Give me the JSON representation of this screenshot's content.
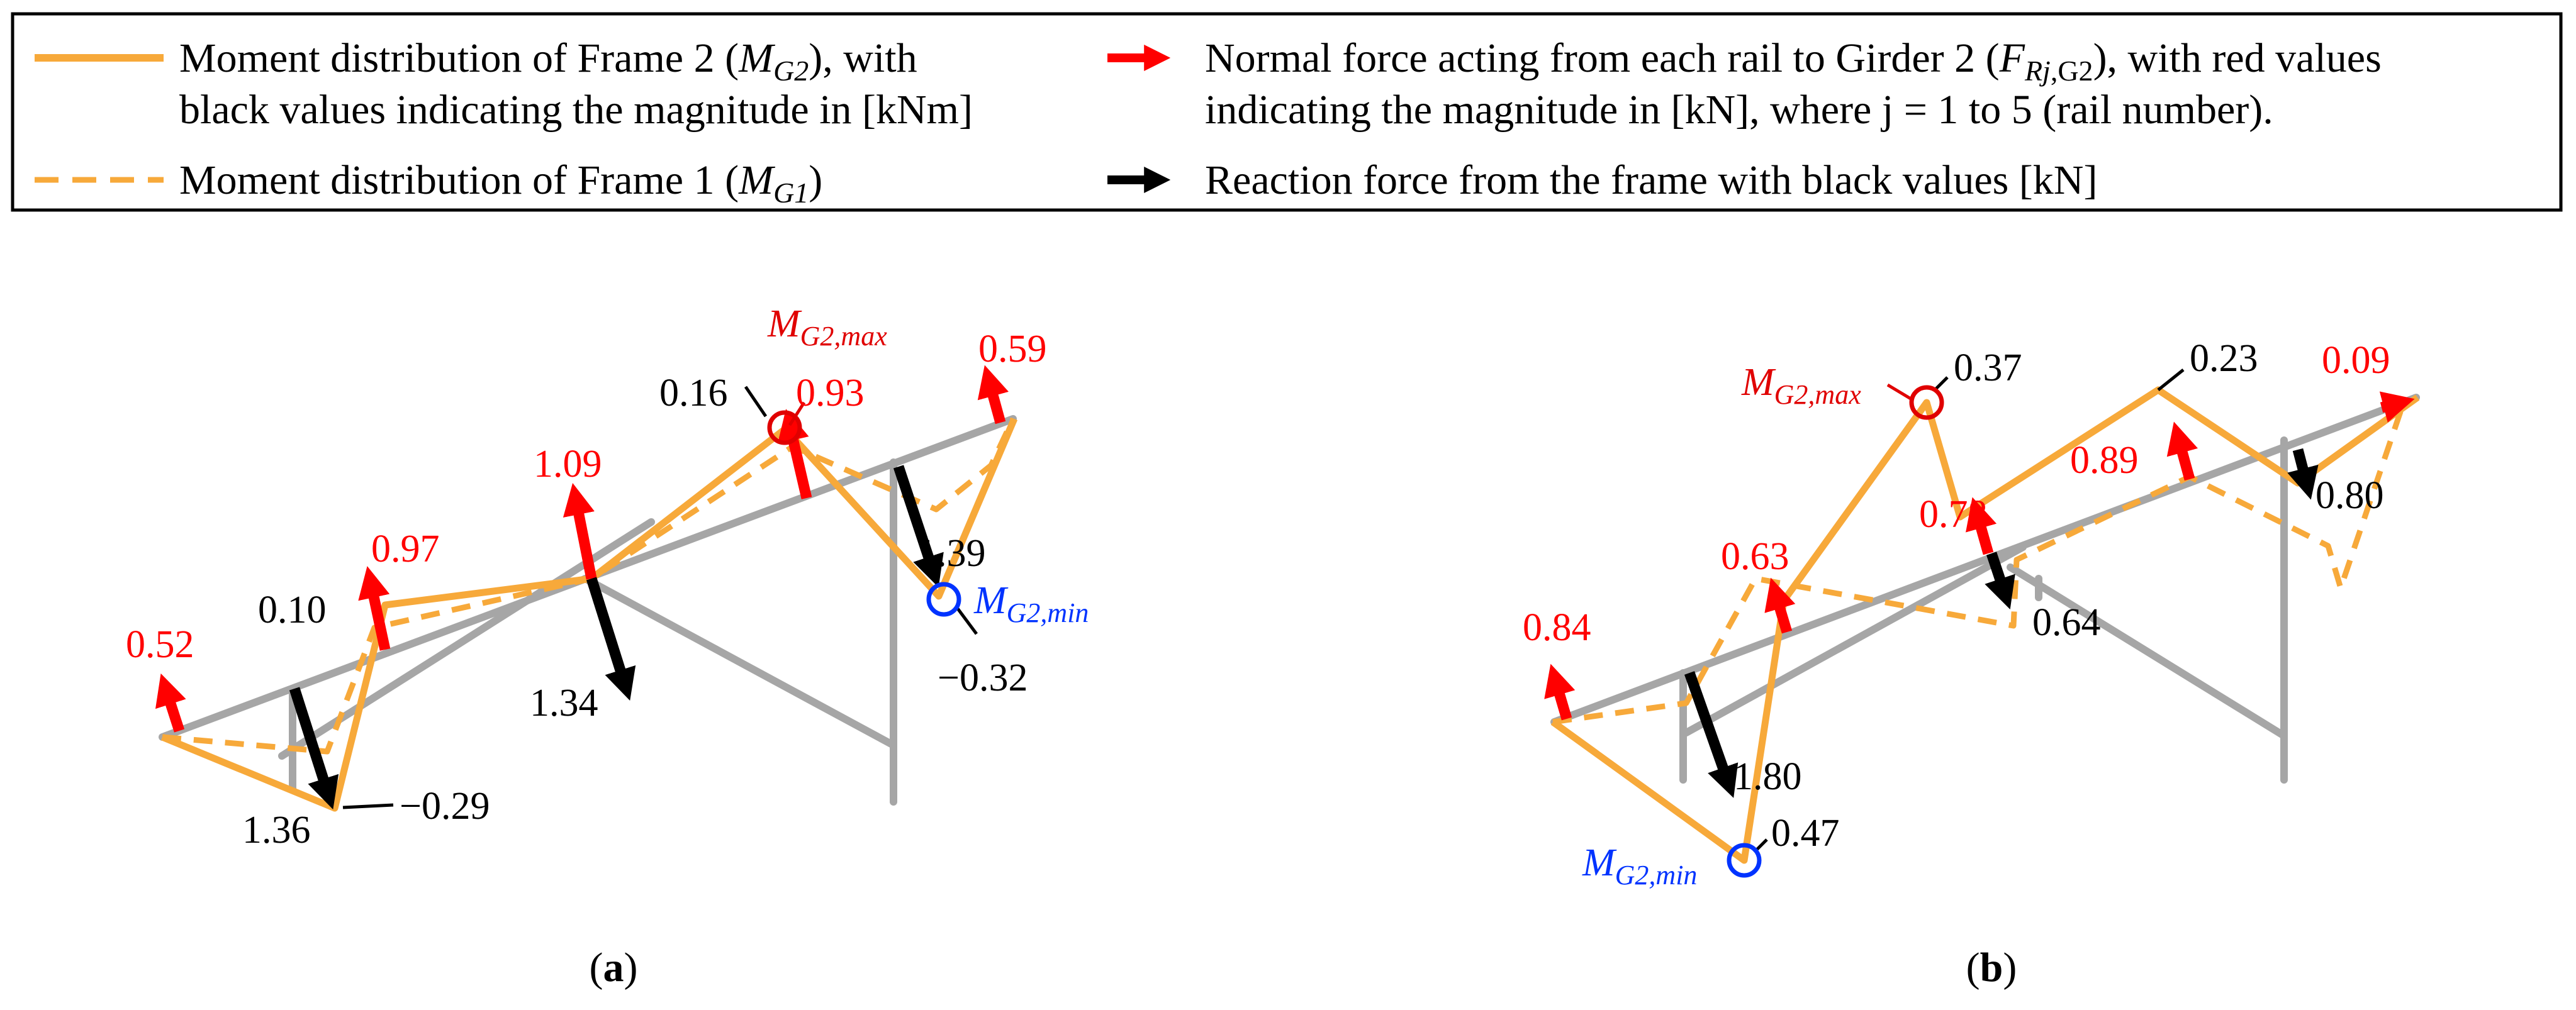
{
  "colors": {
    "moment": "#F7A93A",
    "normal_force": "#FF0000",
    "reaction": "#000000",
    "frame": "#A6A6A6",
    "max_marker": "#E00000",
    "min_marker": "#0033FF"
  },
  "legend": {
    "m2_line1_pre": "Moment distribution of Frame 2 (",
    "m2_line1_sym": "M",
    "m2_line1_sub": "G2",
    "m2_line1_post": "), with",
    "m2_line2": "black values indicating the magnitude in [kNm]",
    "m1_pre": "Moment distribution of Frame 1 (",
    "m1_sym": "M",
    "m1_sub": "G1",
    "m1_post": ")",
    "nf_line1_pre": "Normal force acting from each rail to Girder 2 (",
    "nf_line1_sym": "F",
    "nf_line1_sub": "Rj",
    "nf_line1_sub2": ",G2",
    "nf_line1_post": "), with red values",
    "nf_line2": "indicating the magnitude in [kN], where j = 1 to 5 (rail number).",
    "rf": "Reaction force from the frame with black values [kN]"
  },
  "panel_a": {
    "caption_open": "(",
    "caption_letter": "a",
    "caption_close": ")",
    "mmax_sym": "M",
    "mmax_sub": "G2,max",
    "mmin_sym": "M",
    "mmin_sub": "G2,min",
    "normal_forces": [
      "0.52",
      "0.97",
      "1.09",
      "0.93",
      "0.59"
    ],
    "moments": [
      "0.10",
      "−0.29",
      "0.16",
      "−0.32"
    ],
    "reactions": [
      "1.36",
      "1.34",
      "1.39"
    ]
  },
  "panel_b": {
    "caption_open": "(",
    "caption_letter": "b",
    "caption_close": ")",
    "mmax_sym": "M",
    "mmax_sub": "G2,max",
    "mmin_sym": "M",
    "mmin_sub": "G2,min",
    "normal_forces": [
      "0.84",
      "0.63",
      "0.78",
      "0.89",
      "0.09"
    ],
    "moments": [
      "0.37",
      "0.23",
      "0.64",
      "0.47"
    ],
    "reactions": [
      "1.80",
      "0.80"
    ]
  }
}
